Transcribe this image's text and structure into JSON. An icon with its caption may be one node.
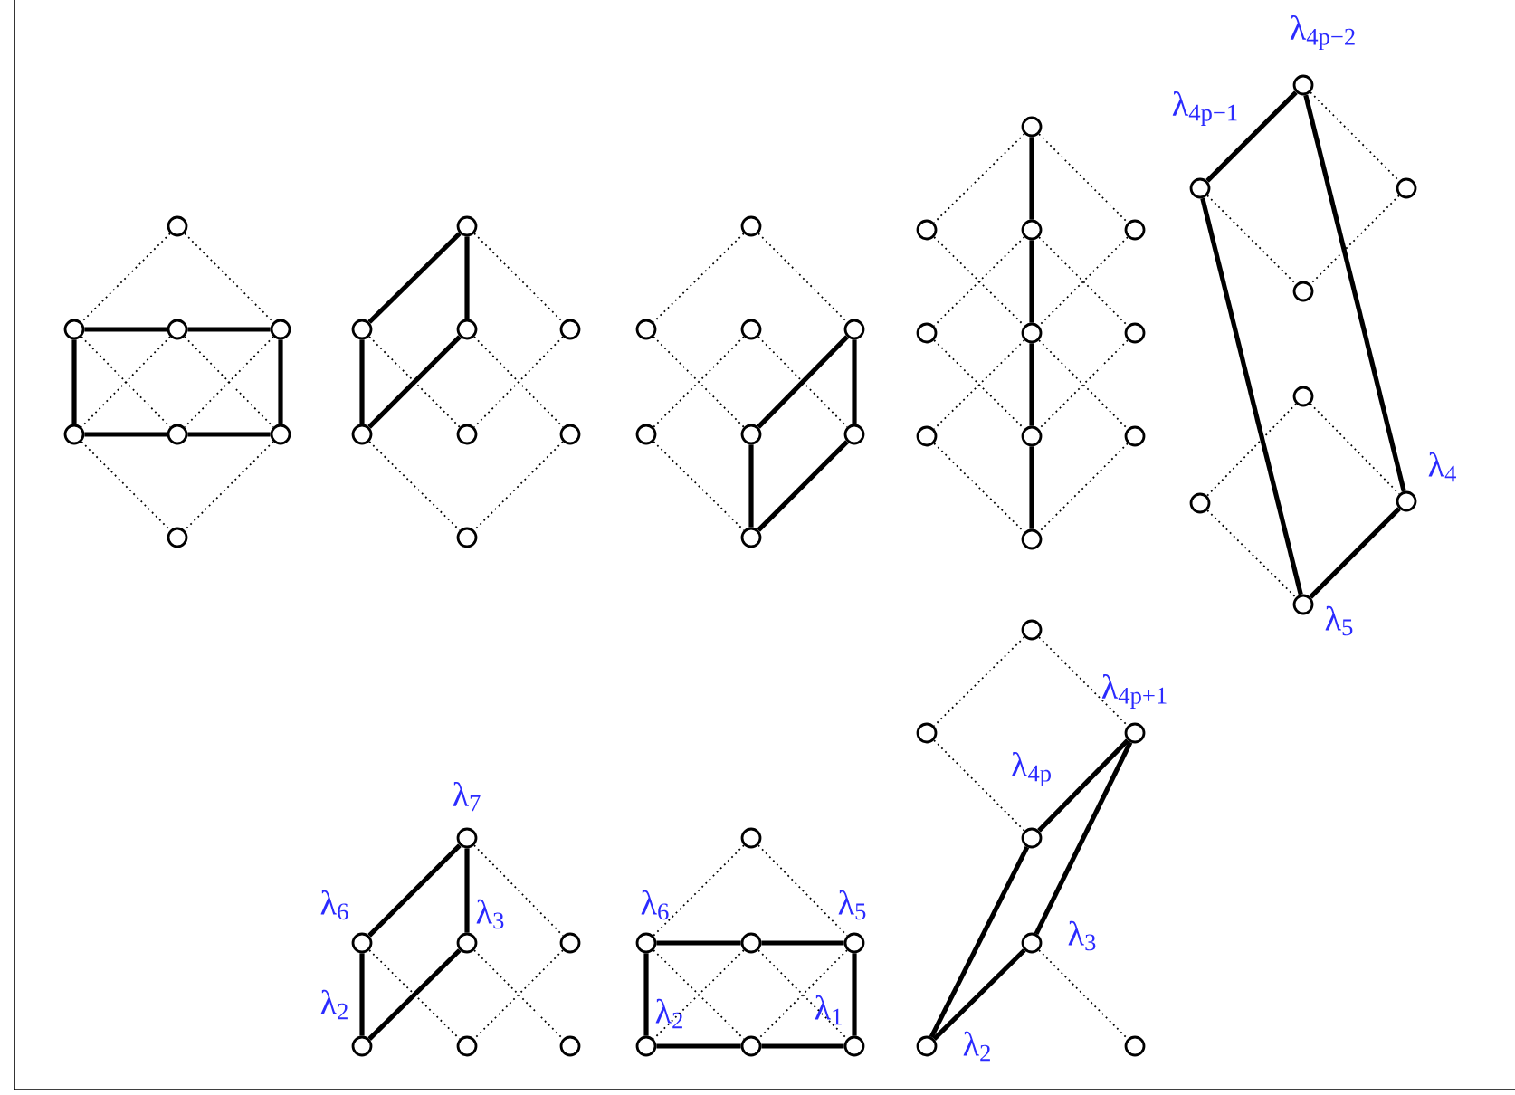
{
  "diagram": {
    "nodes": [
      {
        "text": [],
        "shape": "circle"
      },
      {
        "text": [],
        "shape": "circle"
      },
      {
        "text": [],
        "shape": "circle"
      },
      {
        "text": [],
        "shape": "circle"
      },
      {
        "text": [],
        "shape": "circle"
      },
      {
        "text": [],
        "shape": "circle"
      },
      {
        "text": [],
        "shape": "circle"
      },
      {
        "text": [],
        "shape": "circle"
      },
      {
        "text": [],
        "shape": "circle"
      },
      {
        "text": [],
        "shape": "circle"
      },
      {
        "text": [],
        "shape": "circle"
      },
      {
        "text": [],
        "shape": "circle"
      },
      {
        "text": [],
        "shape": "circle"
      },
      {
        "text": [],
        "shape": "circle"
      },
      {
        "text": [],
        "shape": "circle"
      },
      {
        "text": [],
        "shape": "circle"
      },
      {
        "text": [],
        "shape": "circle"
      },
      {
        "text": [],
        "shape": "circle"
      },
      {
        "text": [],
        "shape": "circle"
      },
      {
        "text": [],
        "shape": "circle"
      },
      {
        "text": [],
        "shape": "circle"
      },
      {
        "text": [],
        "shape": "circle"
      },
      {
        "text": [],
        "shape": "circle"
      },
      {
        "text": [],
        "shape": "circle"
      },
      {
        "text": [],
        "shape": "circle"
      },
      {
        "text": [],
        "shape": "circle"
      },
      {
        "text": [],
        "shape": "circle"
      },
      {
        "text": [],
        "shape": "circle"
      },
      {
        "text": [],
        "shape": "circle"
      },
      {
        "text": [],
        "shape": "circle"
      },
      {
        "text": [],
        "shape": "circle"
      },
      {
        "text": [],
        "shape": "circle"
      },
      {
        "text": [],
        "shape": "circle"
      },
      {
        "text": [],
        "shape": "circle"
      },
      {
        "text": [],
        "shape": "circle"
      },
      {
        "text": [],
        "shape": "circle",
        "beside": [
          "λ$_{4p−2}$"
        ]
      },
      {
        "text": [],
        "shape": "circle",
        "beside": [
          "λ$_{4p−1}$"
        ]
      },
      {
        "text": [],
        "shape": "circle"
      },
      {
        "text": [],
        "shape": "circle"
      },
      {
        "text": [],
        "shape": "circle"
      },
      {
        "text": [],
        "shape": "circle"
      },
      {
        "text": [],
        "shape": "circle",
        "beside": [
          "λ$_{4}$"
        ]
      },
      {
        "text": [],
        "shape": "circle",
        "beside": [
          "λ$_{5}$"
        ]
      },
      {
        "text": [],
        "shape": "circle"
      },
      {
        "text": [],
        "shape": "circle"
      },
      {
        "text": [],
        "shape": "circle",
        "beside": [
          "λ$_{4p+1}$"
        ]
      },
      {
        "text": [],
        "shape": "circle",
        "beside": [
          "λ$_{7}$"
        ]
      },
      {
        "text": [],
        "shape": "circle"
      },
      {
        "text": [],
        "shape": "circle",
        "beside": [
          "λ$_{4p}$"
        ]
      },
      {
        "text": [],
        "shape": "circle",
        "beside": [
          "λ$_{6}$"
        ]
      },
      {
        "text": [],
        "shape": "circle",
        "beside": [
          "λ$_{3}$"
        ]
      },
      {
        "text": [],
        "shape": "circle"
      },
      {
        "text": [],
        "shape": "circle",
        "beside": [
          "λ$_{6}$"
        ]
      },
      {
        "text": [],
        "shape": "circle"
      },
      {
        "text": [],
        "shape": "circle",
        "beside": [
          "λ$_{5}$"
        ]
      },
      {
        "text": [],
        "shape": "circle",
        "beside": [
          "λ$_{3}$"
        ]
      },
      {
        "text": [],
        "shape": "circle",
        "beside": [
          "λ$_{2}$"
        ]
      },
      {
        "text": [],
        "shape": "circle"
      },
      {
        "text": [],
        "shape": "circle"
      },
      {
        "text": [],
        "shape": "circle",
        "beside": [
          "λ$_{2}$"
        ]
      },
      {
        "text": [],
        "shape": "circle"
      },
      {
        "text": [],
        "shape": "circle",
        "beside": [
          "λ$_{1}$"
        ]
      },
      {
        "text": [],
        "shape": "circle",
        "beside": [
          "λ$_{2}$"
        ]
      },
      {
        "text": [],
        "shape": "circle"
      }
    ],
    "edges": [
      {
        "from": 0,
        "to": 1,
        "arrow": "none",
        "style": "dashed"
      },
      {
        "from": 0,
        "to": 3,
        "arrow": "none",
        "style": "dashed"
      },
      {
        "from": 1,
        "to": 5,
        "arrow": "none",
        "style": "dashed"
      },
      {
        "from": 2,
        "to": 4,
        "arrow": "none",
        "style": "dashed"
      },
      {
        "from": 2,
        "to": 6,
        "arrow": "none",
        "style": "dashed"
      },
      {
        "from": 3,
        "to": 5,
        "arrow": "none",
        "style": "dashed"
      },
      {
        "from": 4,
        "to": 7,
        "arrow": "none",
        "style": "dashed"
      },
      {
        "from": 6,
        "to": 7,
        "arrow": "none",
        "style": "dashed"
      },
      {
        "from": 1,
        "to": 2,
        "arrow": "none",
        "style": "thick"
      },
      {
        "from": 2,
        "to": 3,
        "arrow": "none",
        "style": "thick"
      },
      {
        "from": 3,
        "to": 6,
        "arrow": "none",
        "style": "thick"
      },
      {
        "from": 6,
        "to": 5,
        "arrow": "none",
        "style": "thick"
      },
      {
        "from": 5,
        "to": 4,
        "arrow": "none",
        "style": "thick"
      },
      {
        "from": 4,
        "to": 1,
        "arrow": "none",
        "style": "thick"
      },
      {
        "from": 8,
        "to": 9,
        "arrow": "none",
        "style": "thick"
      },
      {
        "from": 8,
        "to": 10,
        "arrow": "none",
        "style": "thick"
      },
      {
        "from": 9,
        "to": 12,
        "arrow": "none",
        "style": "thick"
      },
      {
        "from": 12,
        "to": 10,
        "arrow": "none",
        "style": "thick"
      },
      {
        "from": 8,
        "to": 11,
        "arrow": "none",
        "style": "dashed"
      },
      {
        "from": 11,
        "to": 13,
        "arrow": "none",
        "style": "dashed"
      },
      {
        "from": 10,
        "to": 14,
        "arrow": "none",
        "style": "dashed"
      },
      {
        "from": 9,
        "to": 13,
        "arrow": "none",
        "style": "dashed"
      },
      {
        "from": 14,
        "to": 15,
        "arrow": "none",
        "style": "dashed"
      },
      {
        "from": 12,
        "to": 15,
        "arrow": "none",
        "style": "dashed"
      },
      {
        "from": 21,
        "to": 19,
        "arrow": "none",
        "style": "thick"
      },
      {
        "from": 19,
        "to": 22,
        "arrow": "none",
        "style": "thick"
      },
      {
        "from": 22,
        "to": 23,
        "arrow": "none",
        "style": "thick"
      },
      {
        "from": 23,
        "to": 21,
        "arrow": "none",
        "style": "thick"
      },
      {
        "from": 16,
        "to": 17,
        "arrow": "none",
        "style": "dashed"
      },
      {
        "from": 16,
        "to": 19,
        "arrow": "none",
        "style": "dashed"
      },
      {
        "from": 17,
        "to": 21,
        "arrow": "none",
        "style": "dashed"
      },
      {
        "from": 18,
        "to": 20,
        "arrow": "none",
        "style": "dashed"
      },
      {
        "from": 18,
        "to": 22,
        "arrow": "none",
        "style": "dashed"
      },
      {
        "from": 20,
        "to": 23,
        "arrow": "none",
        "style": "dashed"
      },
      {
        "from": 24,
        "to": 26,
        "arrow": "none",
        "style": "thick"
      },
      {
        "from": 26,
        "to": 29,
        "arrow": "none",
        "style": "thick"
      },
      {
        "from": 29,
        "to": 32,
        "arrow": "none",
        "style": "thick"
      },
      {
        "from": 32,
        "to": 34,
        "arrow": "none",
        "style": "thick"
      },
      {
        "from": 24,
        "to": 25,
        "arrow": "none",
        "style": "dashed"
      },
      {
        "from": 24,
        "to": 27,
        "arrow": "none",
        "style": "dashed"
      },
      {
        "from": 25,
        "to": 29,
        "arrow": "none",
        "style": "dashed"
      },
      {
        "from": 26,
        "to": 28,
        "arrow": "none",
        "style": "dashed"
      },
      {
        "from": 26,
        "to": 30,
        "arrow": "none",
        "style": "dashed"
      },
      {
        "from": 27,
        "to": 29,
        "arrow": "none",
        "style": "dashed"
      },
      {
        "from": 28,
        "to": 32,
        "arrow": "none",
        "style": "dashed"
      },
      {
        "from": 29,
        "to": 31,
        "arrow": "none",
        "style": "dashed"
      },
      {
        "from": 29,
        "to": 33,
        "arrow": "none",
        "style": "dashed"
      },
      {
        "from": 30,
        "to": 32,
        "arrow": "none",
        "style": "dashed"
      },
      {
        "from": 31,
        "to": 34,
        "arrow": "none",
        "style": "dashed"
      },
      {
        "from": 33,
        "to": 34,
        "arrow": "none",
        "style": "dashed"
      },
      {
        "from": 35,
        "to": 36,
        "arrow": "none",
        "style": "thick"
      },
      {
        "from": 36,
        "to": 42,
        "arrow": "none",
        "style": "thick"
      },
      {
        "from": 42,
        "to": 41,
        "arrow": "none",
        "style": "thick"
      },
      {
        "from": 41,
        "to": 35,
        "arrow": "none",
        "style": "thick"
      },
      {
        "from": 35,
        "to": 37,
        "arrow": "none",
        "style": "dashed"
      },
      {
        "from": 37,
        "to": 38,
        "arrow": "none",
        "style": "dashed"
      },
      {
        "from": 36,
        "to": 38,
        "arrow": "none",
        "style": "dashed"
      },
      {
        "from": 39,
        "to": 40,
        "arrow": "none",
        "style": "dashed"
      },
      {
        "from": 39,
        "to": 41,
        "arrow": "none",
        "style": "dashed"
      },
      {
        "from": 40,
        "to": 42,
        "arrow": "none",
        "style": "dashed"
      },
      {
        "from": 62,
        "to": 48,
        "arrow": "none",
        "style": "thick"
      },
      {
        "from": 48,
        "to": 45,
        "arrow": "none",
        "style": "thick"
      },
      {
        "from": 45,
        "to": 55,
        "arrow": "none",
        "style": "thick"
      },
      {
        "from": 55,
        "to": 62,
        "arrow": "none",
        "style": "thick"
      },
      {
        "from": 43,
        "to": 44,
        "arrow": "none",
        "style": "dashed"
      },
      {
        "from": 43,
        "to": 45,
        "arrow": "none",
        "style": "dashed"
      },
      {
        "from": 44,
        "to": 48,
        "arrow": "none",
        "style": "dashed"
      },
      {
        "from": 55,
        "to": 63,
        "arrow": "none",
        "style": "dashed"
      },
      {
        "from": 46,
        "to": 49,
        "arrow": "none",
        "style": "thick"
      },
      {
        "from": 46,
        "to": 50,
        "arrow": "none",
        "style": "thick"
      },
      {
        "from": 49,
        "to": 56,
        "arrow": "none",
        "style": "thick"
      },
      {
        "from": 56,
        "to": 50,
        "arrow": "none",
        "style": "thick"
      },
      {
        "from": 46,
        "to": 51,
        "arrow": "none",
        "style": "dashed"
      },
      {
        "from": 51,
        "to": 57,
        "arrow": "none",
        "style": "dashed"
      },
      {
        "from": 50,
        "to": 58,
        "arrow": "none",
        "style": "dashed"
      },
      {
        "from": 49,
        "to": 57,
        "arrow": "none",
        "style": "dashed"
      },
      {
        "from": 52,
        "to": 53,
        "arrow": "none",
        "style": "thick"
      },
      {
        "from": 53,
        "to": 54,
        "arrow": "none",
        "style": "thick"
      },
      {
        "from": 54,
        "to": 61,
        "arrow": "none",
        "style": "thick"
      },
      {
        "from": 61,
        "to": 60,
        "arrow": "none",
        "style": "thick"
      },
      {
        "from": 60,
        "to": 59,
        "arrow": "none",
        "style": "thick"
      },
      {
        "from": 59,
        "to": 52,
        "arrow": "none",
        "style": "thick"
      },
      {
        "from": 47,
        "to": 52,
        "arrow": "none",
        "style": "dashed"
      },
      {
        "from": 47,
        "to": 54,
        "arrow": "none",
        "style": "dashed"
      },
      {
        "from": 52,
        "to": 60,
        "arrow": "none",
        "style": "dashed"
      },
      {
        "from": 53,
        "to": 59,
        "arrow": "none",
        "style": "dashed"
      },
      {
        "from": 53,
        "to": 61,
        "arrow": "none",
        "style": "dashed"
      },
      {
        "from": 54,
        "to": 60,
        "arrow": "none",
        "style": "dashed"
      }
    ]
  }
}
